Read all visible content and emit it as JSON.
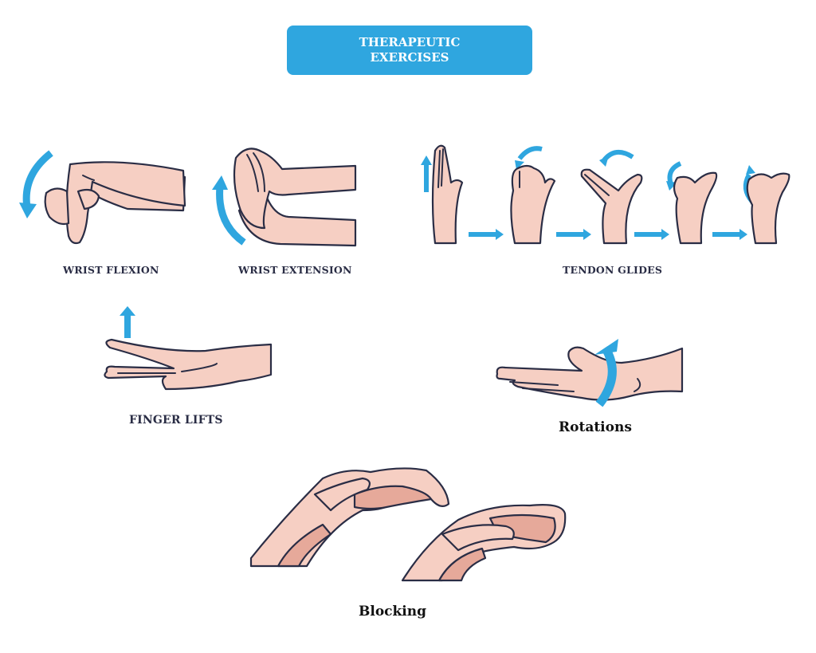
{
  "header": {
    "title_line1": "THERAPEUTIC",
    "title_line2": "EXERCISES",
    "accent_color": "#2fa6df"
  },
  "exercises": [
    {
      "id": "wrist-flexion",
      "label": "WRIST FLEXION",
      "icon": "hand-flexion-illustration",
      "arrow": "curved-arrow-down"
    },
    {
      "id": "wrist-extension",
      "label": "WRIST EXTENSION",
      "icon": "hand-extension-illustration",
      "arrow": "curved-arrow-up"
    },
    {
      "id": "tendon-glides",
      "label": "TENDON GLIDES",
      "icon": "tendon-glides-sequence",
      "steps": 5,
      "arrow": "straight-arrows-right"
    },
    {
      "id": "finger-lifts",
      "label": "FINGER LIFTS",
      "icon": "hand-finger-lift-illustration",
      "arrow": "arrow-up"
    },
    {
      "id": "rotations",
      "label": "Rotations",
      "icon": "hand-rotation-illustration",
      "arrow": "curved-arrow-rotate"
    },
    {
      "id": "blocking",
      "label": "Blocking",
      "icon": "hands-blocking-illustration"
    }
  ],
  "colors": {
    "skin": "#f6cfc3",
    "skin_shadow": "#e6a99a",
    "outline": "#2a2d45",
    "arrow": "#2fa6df",
    "label_text": "#2a2d45"
  }
}
